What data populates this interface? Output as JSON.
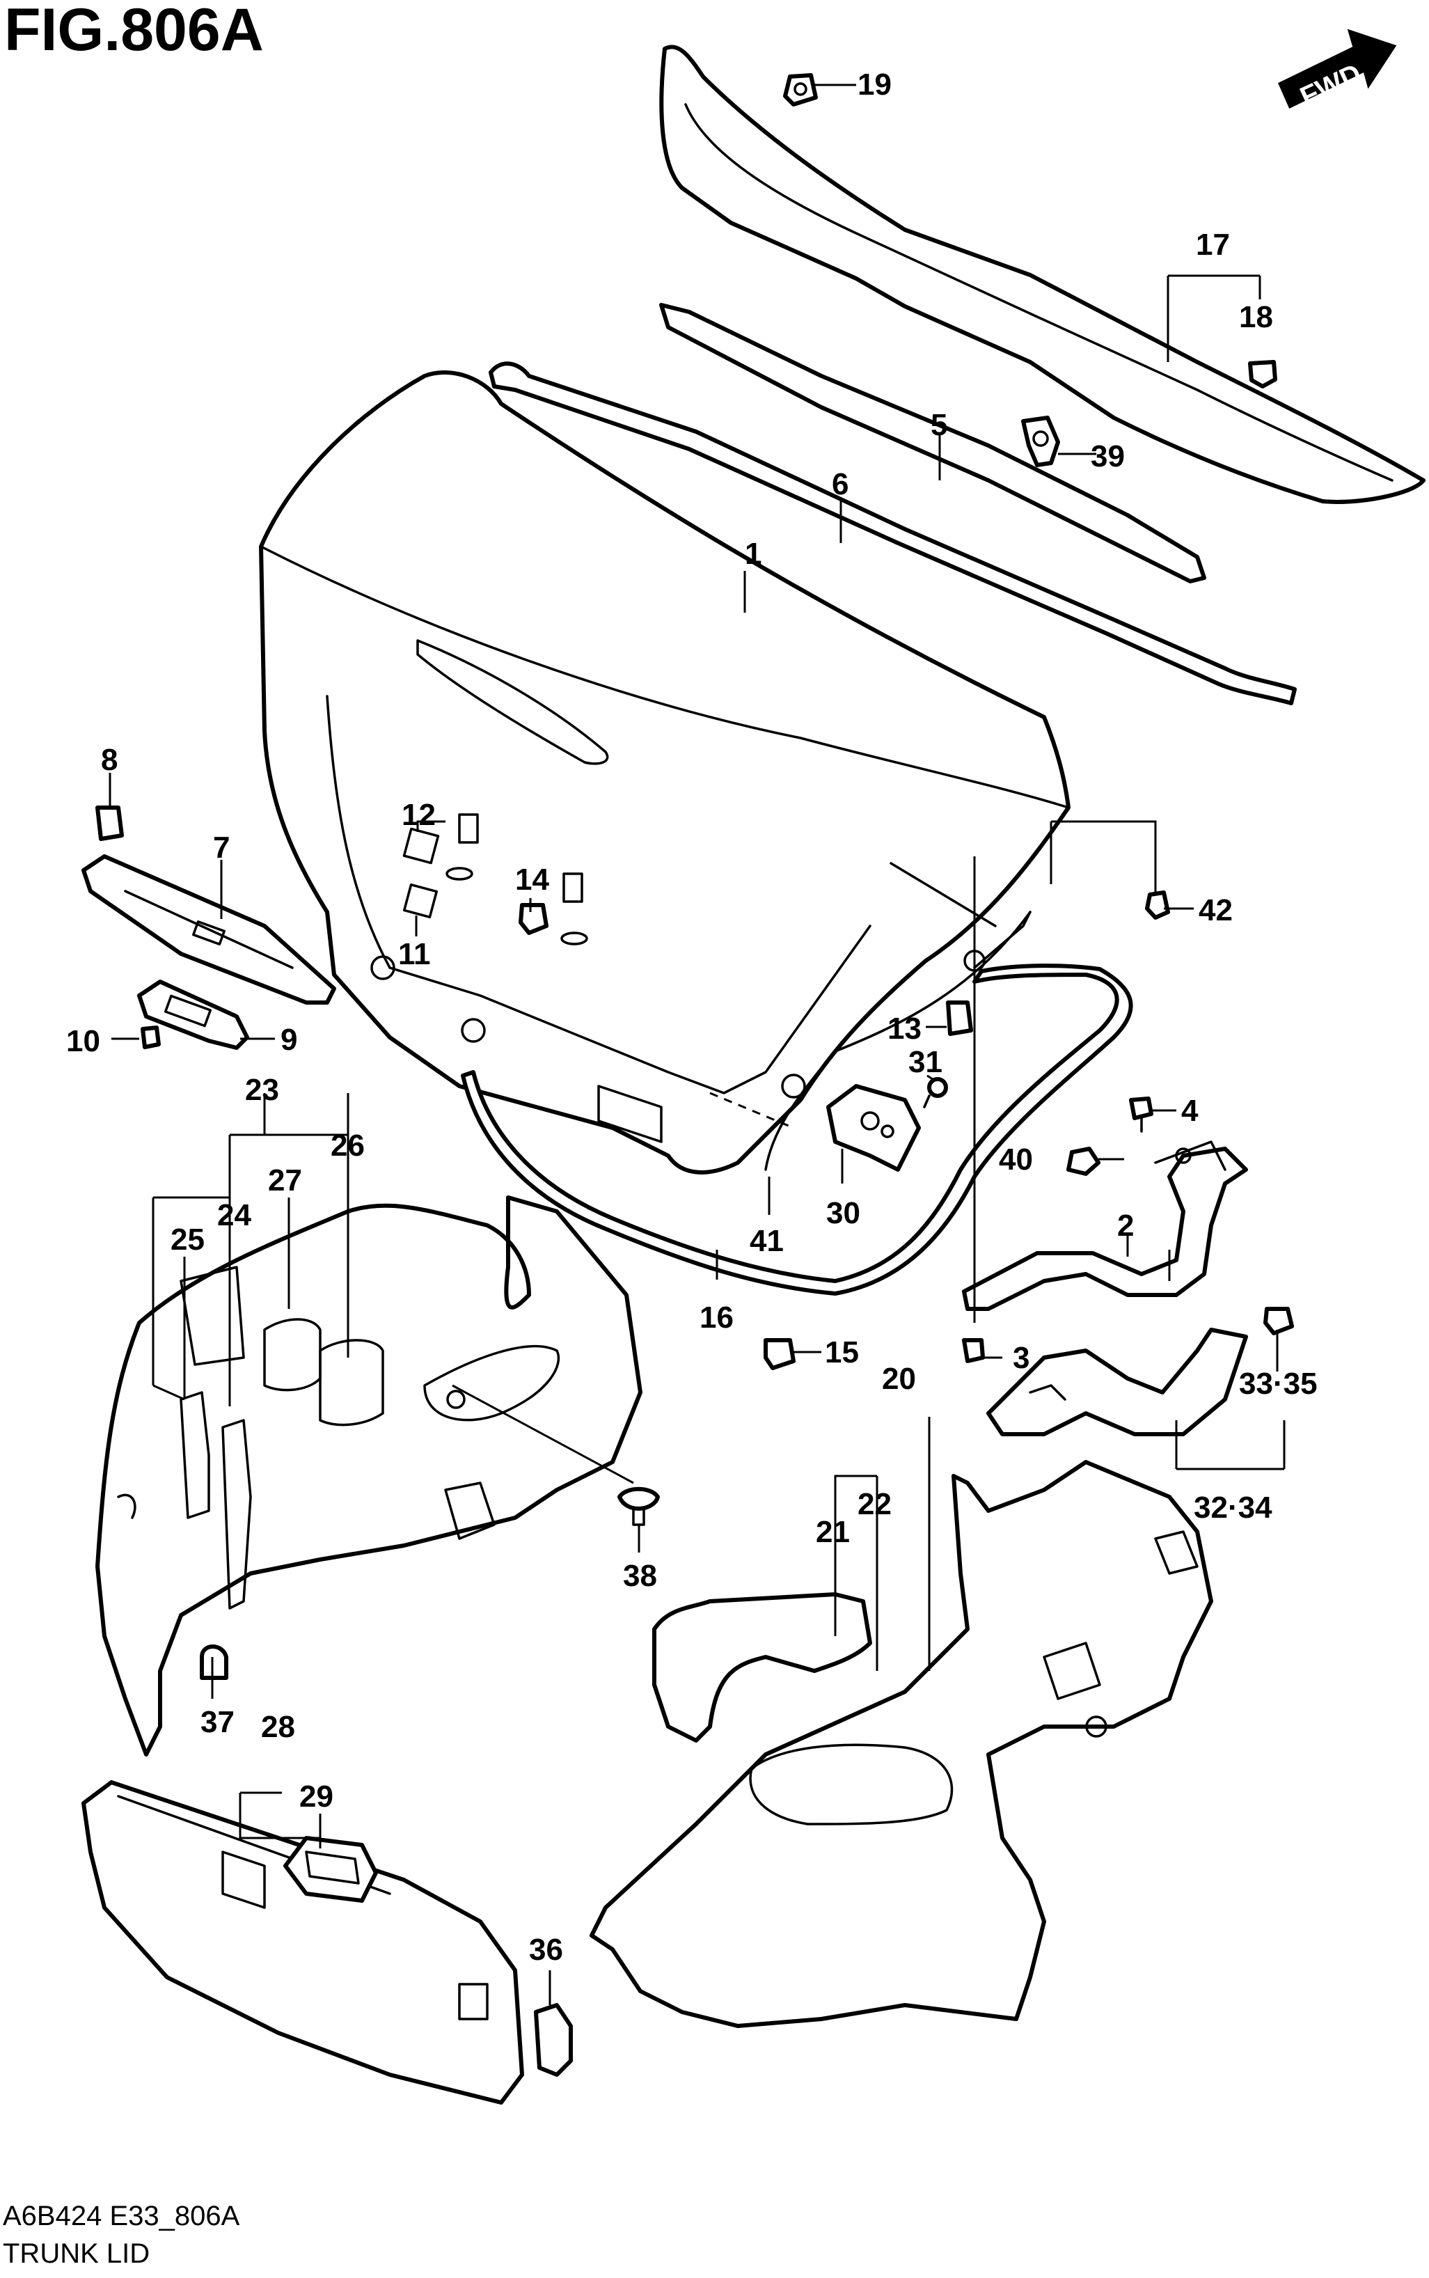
{
  "figure": {
    "title": "FIG.806A",
    "code": "A6B424 E33_806A",
    "caption": "TRUNK LID",
    "direction_label": "FWD"
  },
  "callouts": [
    "1",
    "2",
    "3",
    "4",
    "5",
    "6",
    "7",
    "8",
    "9",
    "10",
    "11",
    "12",
    "13",
    "14",
    "15",
    "16",
    "17",
    "18",
    "19",
    "20",
    "21",
    "22",
    "23",
    "24",
    "25",
    "26",
    "27",
    "28",
    "29",
    "30",
    "31",
    "32·34",
    "33·35",
    "36",
    "37",
    "38",
    "39",
    "40",
    "41",
    "42"
  ],
  "colors": {
    "ink": "#000000",
    "paper": "#ffffff"
  }
}
